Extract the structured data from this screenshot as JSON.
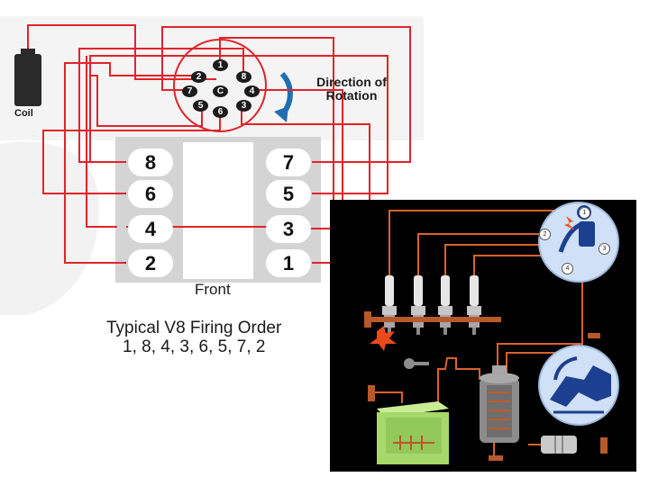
{
  "firing_diagram": {
    "coil_label": "Coil",
    "rotation_label": "Direction of Rotation",
    "front_label": "Front",
    "title": "Typical V8 Firing Order",
    "firing_order": "1, 8, 4, 3, 6, 5, 7, 2",
    "distributor_center": "C",
    "distributor_terminals": [
      "1",
      "8",
      "4",
      "3",
      "6",
      "5",
      "7",
      "2"
    ],
    "cylinders_left_bank": [
      "8",
      "6",
      "4",
      "2"
    ],
    "cylinders_right_bank": [
      "7",
      "5",
      "3",
      "1"
    ]
  },
  "ignition_system": {
    "distributor_numbers": [
      "1",
      "2",
      "3",
      "4"
    ]
  },
  "colors": {
    "wire": "#e0242b",
    "block": "#d4d4d4",
    "cap": "#f3f3f3",
    "rotation_arrow": "#1f6fb3",
    "system_background": "#000000",
    "system_wire": "#d9622b",
    "battery": "#a6d86b",
    "distributor": "#cfe0f7"
  }
}
